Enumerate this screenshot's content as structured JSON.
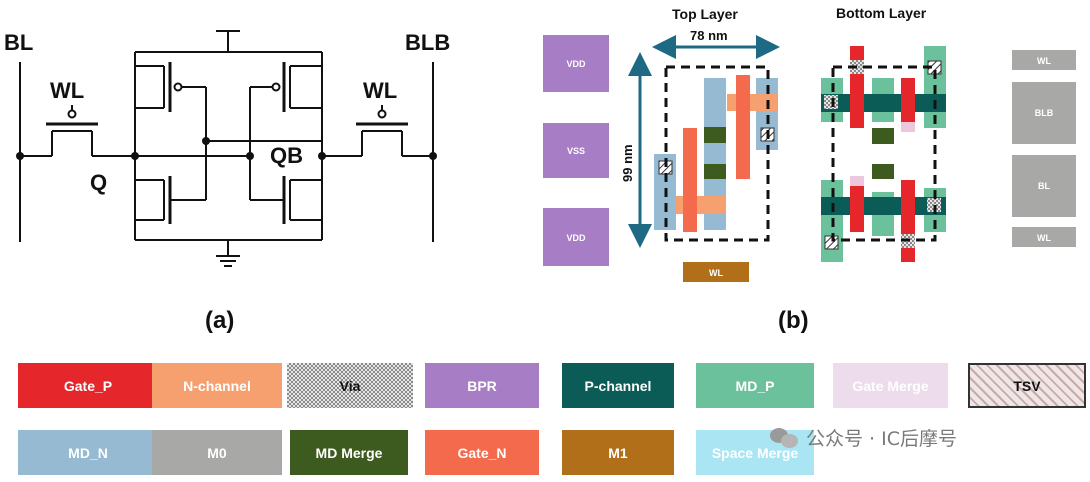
{
  "circuit": {
    "bl": "BL",
    "blb": "BLB",
    "wl_left": "WL",
    "wl_right": "WL",
    "q": "Q",
    "qb": "QB",
    "caption": "(a)"
  },
  "layout": {
    "top_layer_title": "Top Layer",
    "bottom_layer_title": "Bottom Layer",
    "width_dim": "78 nm",
    "height_dim": "99 nm",
    "caption": "(b)",
    "left_pads": [
      "VDD",
      "VSS",
      "VDD"
    ],
    "bottom_pad": "WL",
    "right_pads": [
      "WL",
      "BLB",
      "BL",
      "WL"
    ]
  },
  "legend": [
    {
      "label": "Gate_P",
      "color": "#e5262b"
    },
    {
      "label": "N-channel",
      "color": "#f6a06f"
    },
    {
      "label": "Via",
      "color": "#d8d8d8"
    },
    {
      "label": "BPR",
      "color": "#a77dc6"
    },
    {
      "label": "P-channel",
      "color": "#0b5b56"
    },
    {
      "label": "MD_P",
      "color": "#6cc19d"
    },
    {
      "label": "Gate Merge",
      "color": "#ecdcec"
    },
    {
      "label": "TSV",
      "color": "#e9dcdc"
    },
    {
      "label": "MD_N",
      "color": "#95bad1"
    },
    {
      "label": "M0",
      "color": "#a8a8a6"
    },
    {
      "label": "MD Merge",
      "color": "#3d5a1f"
    },
    {
      "label": "Gate_N",
      "color": "#f36a4d"
    },
    {
      "label": "M1",
      "color": "#b06f18"
    },
    {
      "label": "Space Merge",
      "color": "#a9e5f3"
    }
  ],
  "watermark": "公众号 · IC后摩号"
}
